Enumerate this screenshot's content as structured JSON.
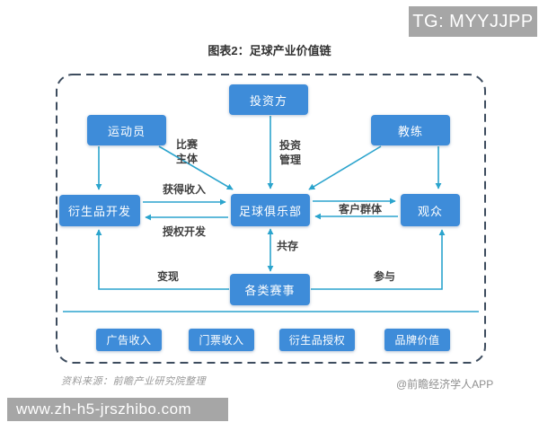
{
  "overlay": {
    "tg_watermark": "TG: MYYJJPP",
    "site_watermark": "www.zh-h5-jrszhibo.com"
  },
  "title": "图表2：足球产业价值链",
  "nodes": {
    "investor": "投资方",
    "athlete": "运动员",
    "coach": "教练",
    "derivatives": "衍生品开发",
    "club": "足球俱乐部",
    "audience": "观众",
    "events": "各类赛事",
    "ad_income": "广告收入",
    "ticket_income": "门票收入",
    "derivative_licensing": "衍生品授权",
    "brand_value": "品牌价值"
  },
  "edge_labels": {
    "match_subject": "比赛主体",
    "investment_management": "投资管理",
    "gain_income": "获得收入",
    "licensed_development": "授权开发",
    "customer_group": "客户群体",
    "coexist": "共存",
    "monetize": "变现",
    "participate": "参与"
  },
  "footer": {
    "source": "资料来源：前瞻产业研究院整理",
    "credit": "@前瞻经济学人APP"
  },
  "colors": {
    "box_blue": "#3e8cd9",
    "arrow_teal": "#2ba4cd",
    "dashed_border": "#3d4c5e",
    "watermark_gray": "#a6a6a6"
  }
}
